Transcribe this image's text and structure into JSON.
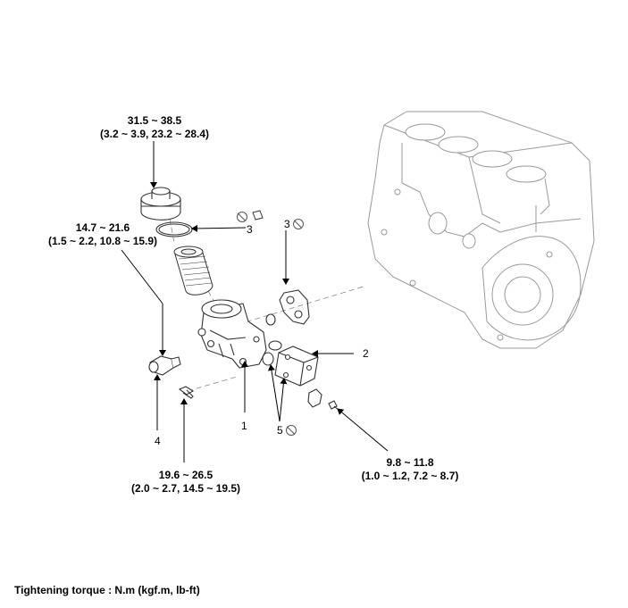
{
  "torques": {
    "t1_nm": "31.5 ~ 38.5",
    "t1_alt": "(3.2 ~ 3.9, 23.2 ~ 28.4)",
    "t2_nm": "14.7 ~ 21.6",
    "t2_alt": "(1.5 ~ 2.2, 10.8 ~ 15.9)",
    "t3_nm": "19.6 ~ 26.5",
    "t3_alt": "(2.0 ~ 2.7, 14.5 ~ 19.5)",
    "t4_nm": "9.8 ~ 11.8",
    "t4_alt": "(1.0 ~ 1.2, 7.2 ~ 8.7)"
  },
  "callouts": {
    "c1": "1",
    "c2": "2",
    "c3a": "3",
    "c3b": "3",
    "c4": "4",
    "c5": "5"
  },
  "symbols": {
    "do_not_reuse": "circle-slash-icon"
  },
  "footer": {
    "text": "Tightening torque : N.m (kgf.m, lb-ft)"
  },
  "colors": {
    "line": "#000000",
    "engine": "#9a9a9a",
    "part": "#333333"
  }
}
